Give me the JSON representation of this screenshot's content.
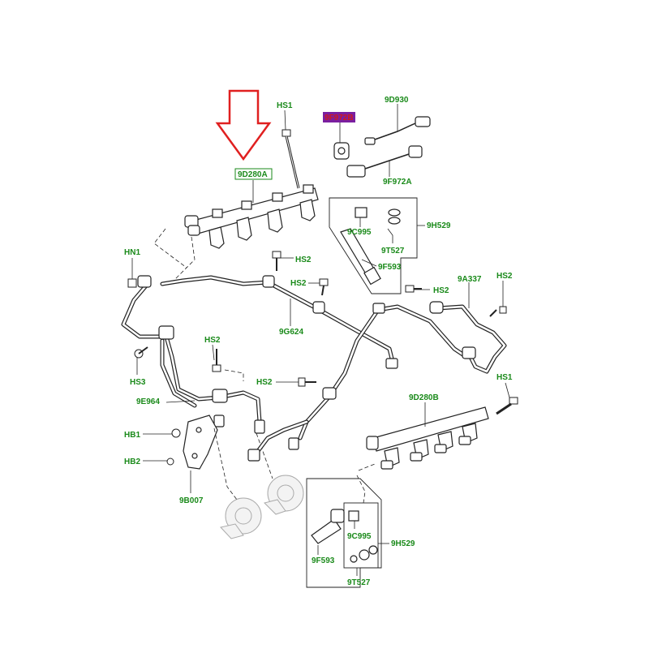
{
  "diagram": {
    "labels": {
      "hs1_top": "HS1",
      "highlight_part": "9F972B",
      "sensor_top": "9D930",
      "rail_a": "9D280A",
      "sensor_b": "9F972A",
      "kit_top": "9H529",
      "clip_top": "9C995",
      "seal_top": "9T527",
      "injector_top": "9F593",
      "hn1": "HN1",
      "hs2_a": "HS2",
      "hs2_b": "HS2",
      "hs2_c": "HS2",
      "pipe_a": "9A337",
      "hs2_right": "HS2",
      "pipe_center": "9G624",
      "hs2_left": "HS2",
      "hs3": "HS3",
      "hs2_mid": "HS2",
      "hs1_right": "HS1",
      "rail_b": "9D280B",
      "pipe_left": "9E964",
      "hb1": "HB1",
      "hb2": "HB2",
      "bracket": "9B007",
      "clip_bottom": "9C995",
      "kit_bottom": "9H529",
      "injector_bottom": "9F593",
      "seal_bottom": "9T527"
    },
    "colors": {
      "label": "#1a8a1a",
      "highlight_text": "#d01a1a",
      "highlight_bg": "#7a1fa0",
      "arrow": "#e02020",
      "line": "#222222"
    }
  }
}
